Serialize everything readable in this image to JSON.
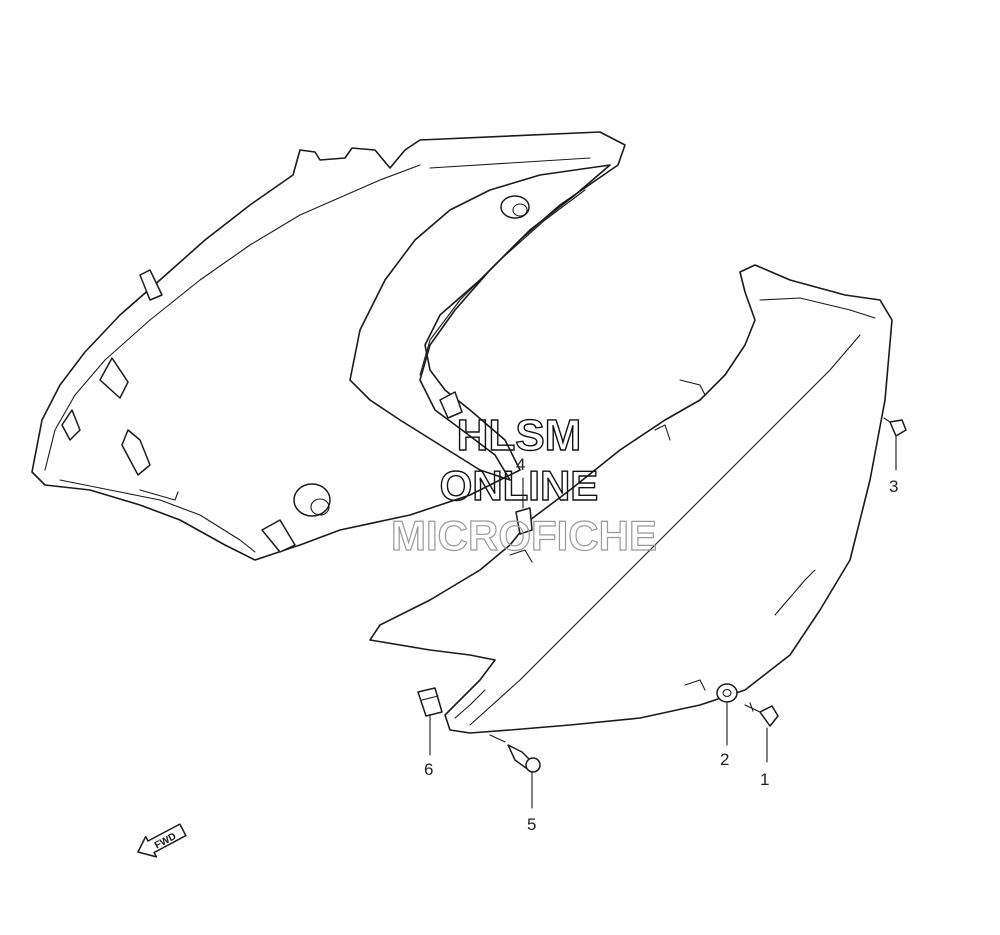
{
  "watermark": {
    "line1": "HLSM",
    "line2": "ONLINE",
    "line3": "MICROFICHE"
  },
  "direction_arrow": {
    "label": "FWD",
    "icon": "forward-arrow-icon"
  },
  "callouts": [
    {
      "id": "1",
      "label": "1"
    },
    {
      "id": "2",
      "label": "2"
    },
    {
      "id": "3",
      "label": "3"
    },
    {
      "id": "4",
      "label": "4"
    },
    {
      "id": "5",
      "label": "5"
    },
    {
      "id": "6",
      "label": "6"
    }
  ]
}
